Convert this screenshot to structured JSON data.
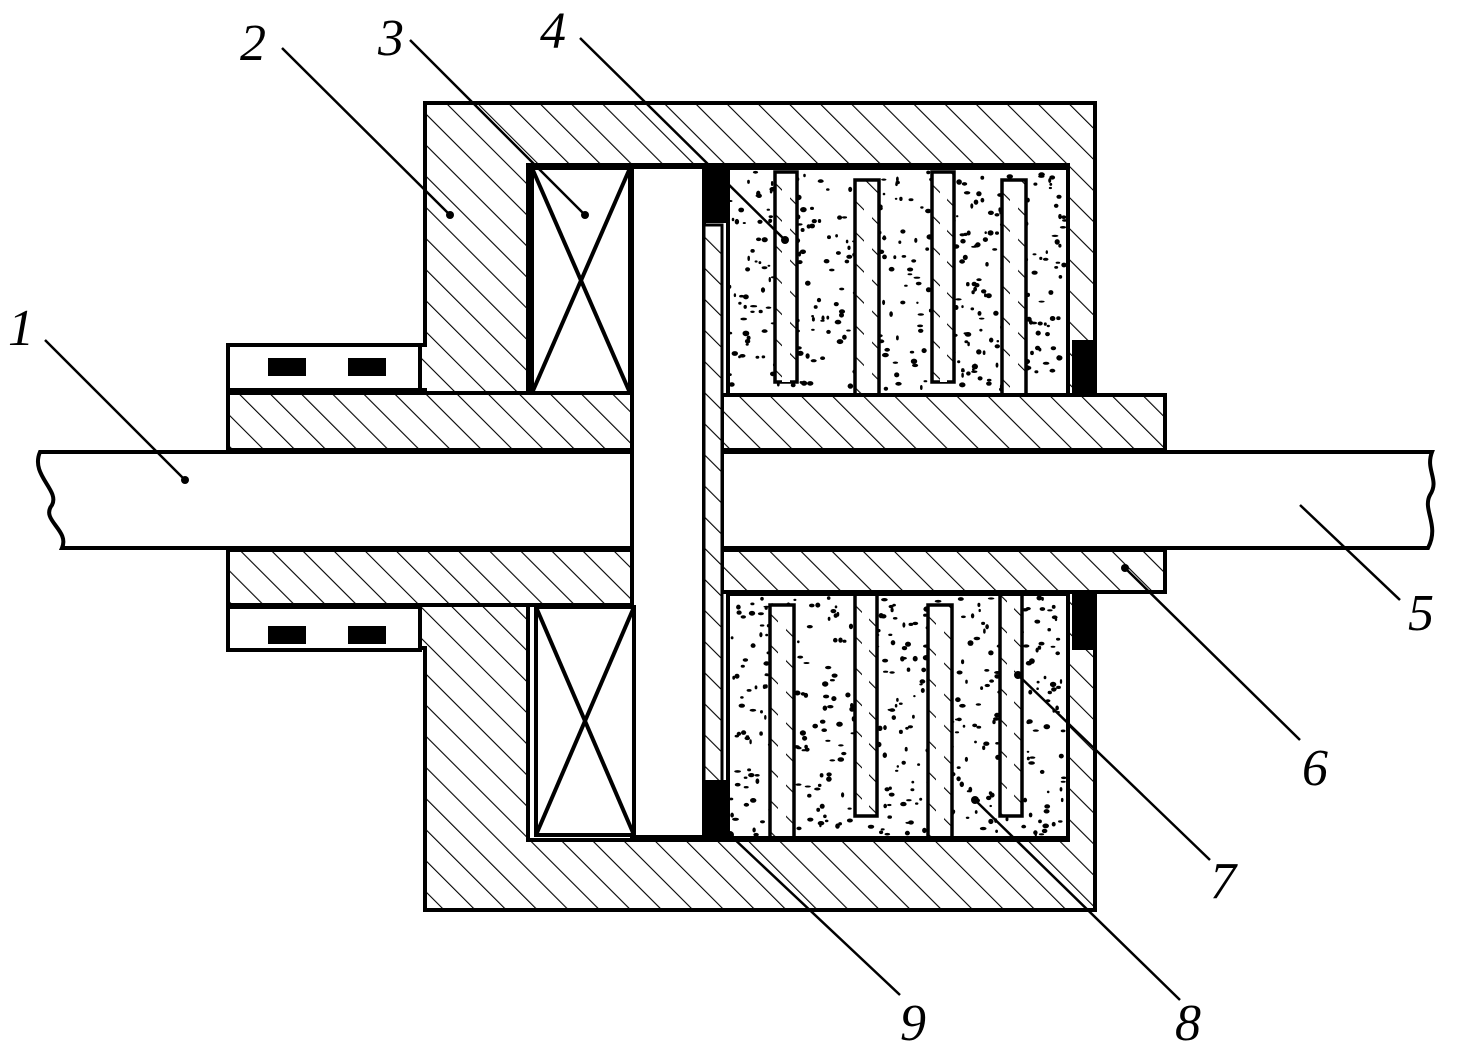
{
  "labels": {
    "l1": "1",
    "l2": "2",
    "l3": "3",
    "l4": "4",
    "l5": "5",
    "l6": "6",
    "l7": "7",
    "l8": "8",
    "l9": "9"
  },
  "colors": {
    "ink": "#000000",
    "paper": "#ffffff"
  },
  "icons": {
    "coil": "coil-cross-icon",
    "fluid": "magnetorheological-fluid-speckle"
  }
}
